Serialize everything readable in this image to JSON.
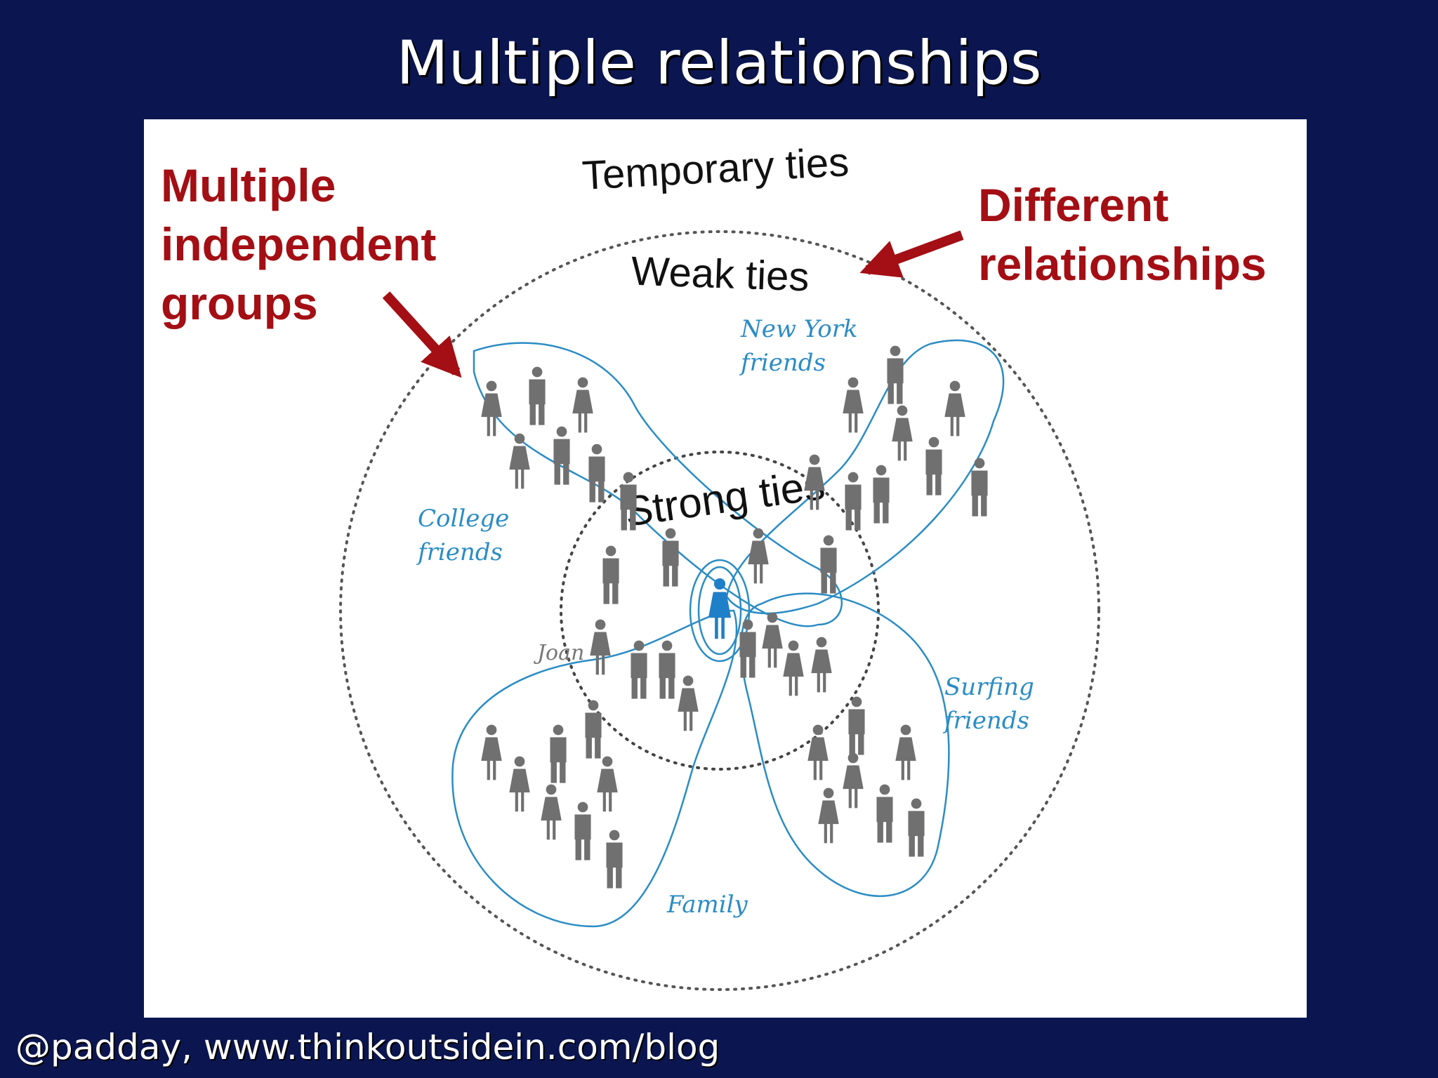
{
  "slide": {
    "title": "Multiple relationships",
    "footer": "@padday, www.thinkoutsidein.com/blog"
  },
  "annotations": {
    "left": [
      "Multiple",
      "independent",
      "groups"
    ],
    "right": [
      "Different",
      "relationships"
    ]
  },
  "diagram": {
    "rings": {
      "outer": "Temporary ties",
      "middle": "Weak ties",
      "inner": "Strong ties"
    },
    "groups": {
      "new_york": [
        "New York",
        "friends"
      ],
      "college": [
        "College",
        "friends"
      ],
      "surfing": [
        "Surfing",
        "friends"
      ],
      "family": "Family"
    },
    "person_label": "Joan"
  },
  "colors": {
    "background": "#0b1650",
    "annotation": "#a30f14",
    "group_outline": "#2b8cc4",
    "person": "#707070",
    "center_person": "#1f7fc8"
  }
}
